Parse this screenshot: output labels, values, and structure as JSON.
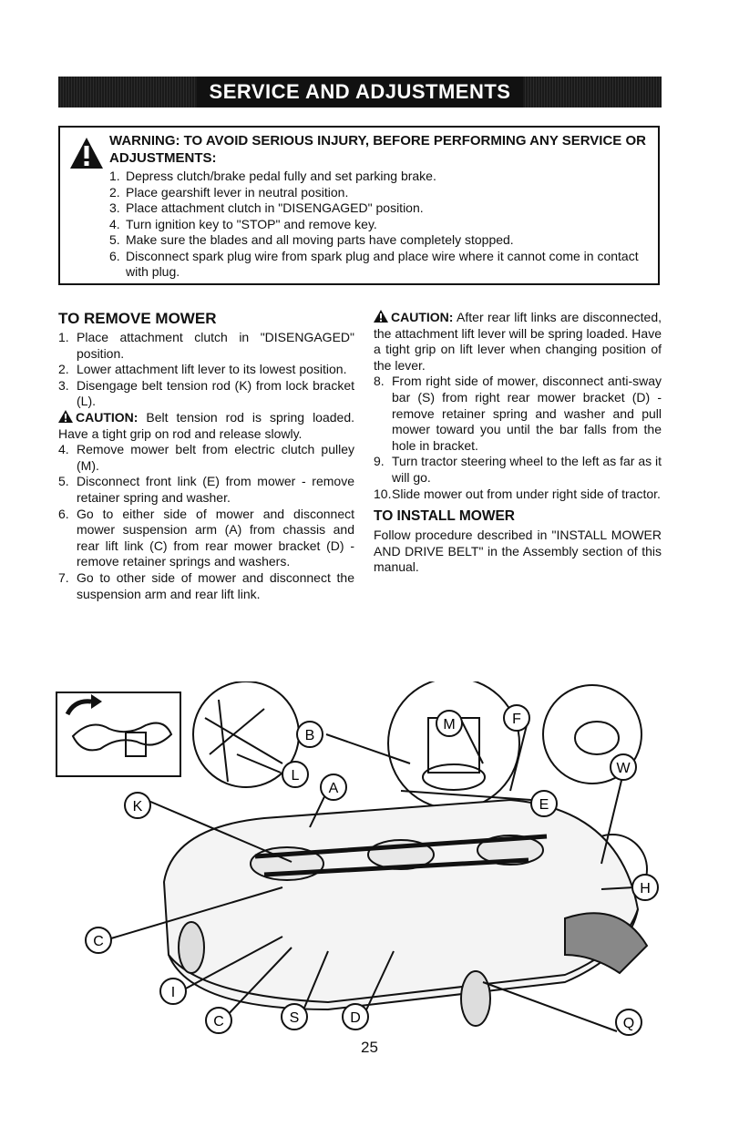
{
  "banner": {
    "title": "SERVICE AND ADJUSTMENTS"
  },
  "warning": {
    "title": "WARNING: TO AVOID SERIOUS INJURY, BEFORE PERFORMING ANY SERVICE OR ADJUSTMENTS:",
    "items": [
      {
        "n": "1.",
        "text": "Depress clutch/brake pedal fully and set parking brake."
      },
      {
        "n": "2.",
        "text": "Place gearshift lever in neutral position."
      },
      {
        "n": "3.",
        "text": "Place attachment clutch in \"DISENGAGED\" position."
      },
      {
        "n": "4.",
        "text": "Turn ignition key to \"STOP\" and remove key."
      },
      {
        "n": "5.",
        "text": "Make sure the blades and all moving parts have completely stopped."
      },
      {
        "n": "6.",
        "text": "Disconnect spark plug wire from spark plug and place wire where it cannot come in contact with plug."
      }
    ]
  },
  "remove_mower": {
    "heading": "TO REMOVE MOWER",
    "steps_a": [
      {
        "n": "1.",
        "text": "Place attachment clutch in \"DISENGAGED\" position."
      },
      {
        "n": "2.",
        "text": "Lower attachment lift lever to its lowest position."
      },
      {
        "n": "3.",
        "text": "Disengage belt tension rod (K) from lock bracket (L)."
      }
    ],
    "caution_label": "CAUTION:",
    "caution_text": "Belt tension rod is spring loaded. Have a tight grip on rod and release slowly.",
    "steps_b": [
      {
        "n": "4.",
        "text": "Remove mower belt from electric clutch pulley (M)."
      },
      {
        "n": "5.",
        "text": "Disconnect front link (E) from mower - remove retainer spring and washer."
      },
      {
        "n": "6.",
        "text": "Go to either side of mower and disconnect mower suspension arm (A) from chassis and rear lift link (C) from rear mower bracket (D) - remove retainer springs and washers."
      },
      {
        "n": "7.",
        "text": "Go to other side of mower and disconnect the suspension arm and rear lift link."
      }
    ]
  },
  "right_column": {
    "caution_label": "CAUTION:",
    "caution_text": "After rear lift links are disconnected, the attachment lift lever will be spring loaded. Have a tight grip on lift lever when changing position of the lever.",
    "steps": [
      {
        "n": "8.",
        "text": "From right side of mower, disconnect anti-sway bar (S) from right rear mower bracket (D) - remove retainer spring and washer and pull mower toward you until the bar falls from the hole in bracket."
      },
      {
        "n": "9.",
        "text": "Turn tractor steering wheel to the left as far as it will go."
      },
      {
        "n": "10.",
        "text": "Slide mower out from under right side of tractor."
      }
    ],
    "install_heading": "TO INSTALL MOWER",
    "install_text": "Follow procedure described in \"INSTALL MOWER AND DRIVE BELT\" in the Assembly section of this manual."
  },
  "figure": {
    "labels": [
      "B",
      "M",
      "F",
      "W",
      "L",
      "A",
      "K",
      "E",
      "H",
      "C",
      "I",
      "C",
      "S",
      "D",
      "Q"
    ]
  },
  "page_number": "25"
}
